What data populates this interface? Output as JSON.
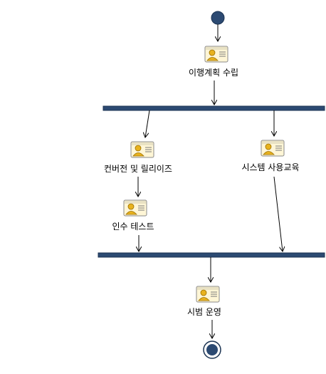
{
  "diagram": {
    "type": "activity-diagram",
    "colors": {
      "bar": "#2c4a72",
      "node_fill": "#2c4a72",
      "icon_card": "#fff6d6",
      "icon_person": "#e8b21e"
    },
    "activities": {
      "plan": {
        "label": "이행계획 수립",
        "icon": "actor-card-icon"
      },
      "conversion": {
        "label": "컨버전 및 릴리이즈",
        "icon": "actor-card-icon"
      },
      "training": {
        "label": "시스템 사용교육",
        "icon": "actor-card-icon"
      },
      "acceptance": {
        "label": "인수 테스트",
        "icon": "actor-card-icon"
      },
      "pilot": {
        "label": "시범 운영",
        "icon": "actor-card-icon"
      }
    }
  }
}
